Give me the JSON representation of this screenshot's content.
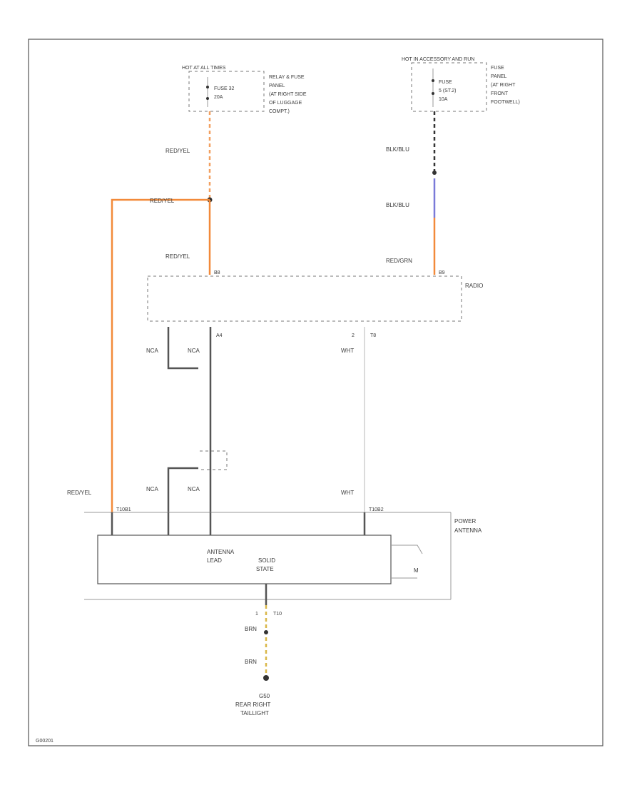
{
  "fuse_left": {
    "header": "HOT AT ALL TIMES",
    "fuse": "FUSE 32",
    "rating": "20A",
    "location_lines": [
      "RELAY & FUSE",
      "PANEL",
      "(AT RIGHT SIDE",
      "OF LUGGAGE",
      "COMPT.)"
    ]
  },
  "fuse_right": {
    "header": "HOT IN ACCESSORY AND RUN",
    "fuse": "FUSE",
    "fuse_number": "5 (ST.2)",
    "rating": "10A",
    "location_lines": [
      "FUSE",
      "PANEL",
      "(AT RIGHT",
      "FRONT",
      "FOOTWELL)"
    ]
  },
  "wires": {
    "red_yel_top": "RED/YEL",
    "red_yel_splice": "RED/YEL",
    "red_yel_radio": "RED/YEL",
    "red_yel_antenna": "RED/YEL",
    "blk_blu_upper": "BLK/BLU",
    "blk_blu_lower": "BLK/BLU",
    "red_grn": "RED/GRN",
    "nca_left": "NCA",
    "nca_right": "NCA",
    "nca_lower_left": "NCA",
    "nca_lower_right": "NCA",
    "wht_upper": "WHT",
    "wht_lower": "WHT",
    "brn_upper": "BRN",
    "brn_lower": "BRN"
  },
  "radio": {
    "label": "RADIO",
    "pin_left": "B8",
    "pin_right": "B9",
    "pin_a4": "A4",
    "pin_2": "2",
    "pin_t8": "T8"
  },
  "antenna": {
    "label_lines": [
      "POWER",
      "ANTENNA"
    ],
    "module_lines": [
      "ANTENNA",
      "LEAD",
      "SOLID",
      "STATE"
    ],
    "conn_left": "T10B1",
    "conn_right": "T10B2",
    "ground_pin": "1",
    "ground_conn": "T10"
  },
  "ground": {
    "id": "G50",
    "location_lines": [
      "REAR RIGHT",
      "TAILLIGHT"
    ]
  },
  "footer_code": "G00201"
}
